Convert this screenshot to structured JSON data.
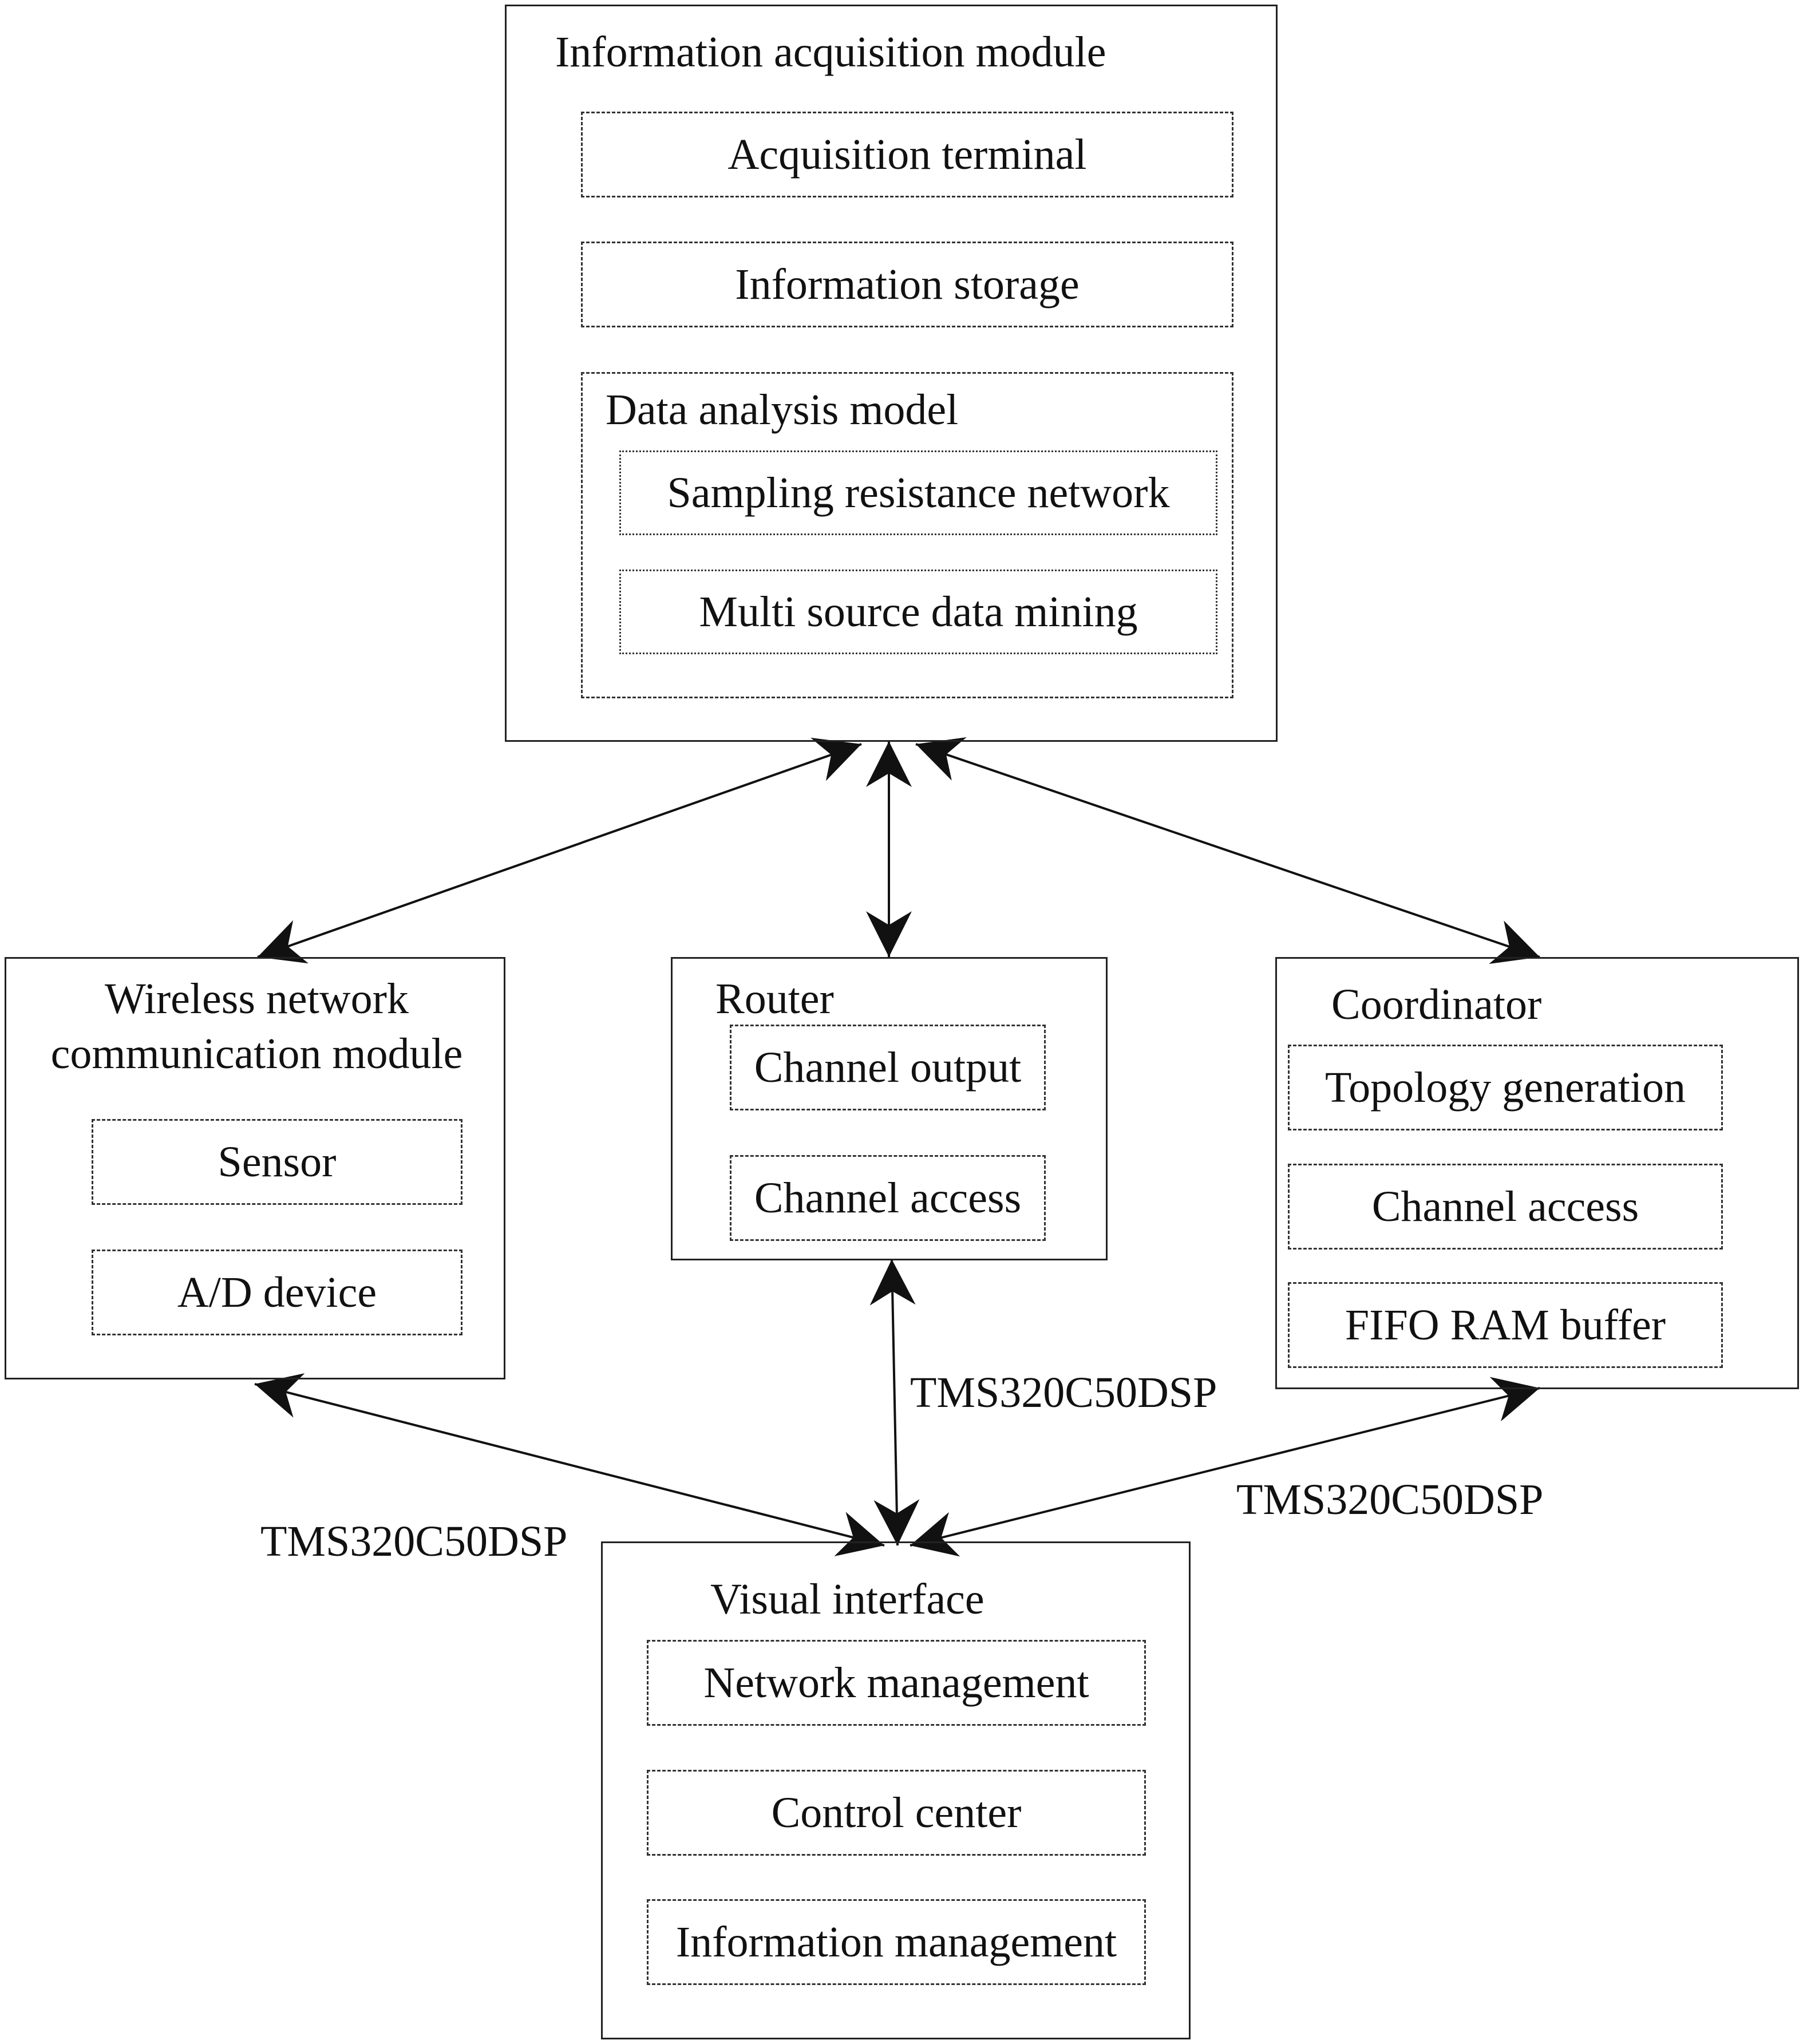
{
  "modules": {
    "acquisition": {
      "title": "Information acquisition module",
      "acquisition_terminal": "Acquisition terminal",
      "information_storage": "Information storage",
      "data_analysis_model": {
        "title": "Data analysis model",
        "sampling_resistance_network": "Sampling resistance network",
        "multi_source_data_mining": "Multi source data mining"
      }
    },
    "wireless": {
      "title_line1": "Wireless network",
      "title_line2": "communication module",
      "sensor": "Sensor",
      "ad_device": "A/D device"
    },
    "router": {
      "title": "Router",
      "channel_output": "Channel output",
      "channel_access": "Channel access"
    },
    "coordinator": {
      "title": "Coordinator",
      "topology_generation": "Topology generation",
      "channel_access": "Channel access",
      "fifo_ram_buffer": "FIFO RAM buffer"
    },
    "visual": {
      "title": "Visual interface",
      "network_management": "Network management",
      "control_center": "Control center",
      "information_management": "Information management"
    }
  },
  "edge_labels": {
    "router_visual": "TMS320C50DSP",
    "wireless_visual": "TMS320C50DSP",
    "coordinator_visual": "TMS320C50DSP"
  },
  "colors": {
    "line": "#111111",
    "background": "#ffffff"
  }
}
